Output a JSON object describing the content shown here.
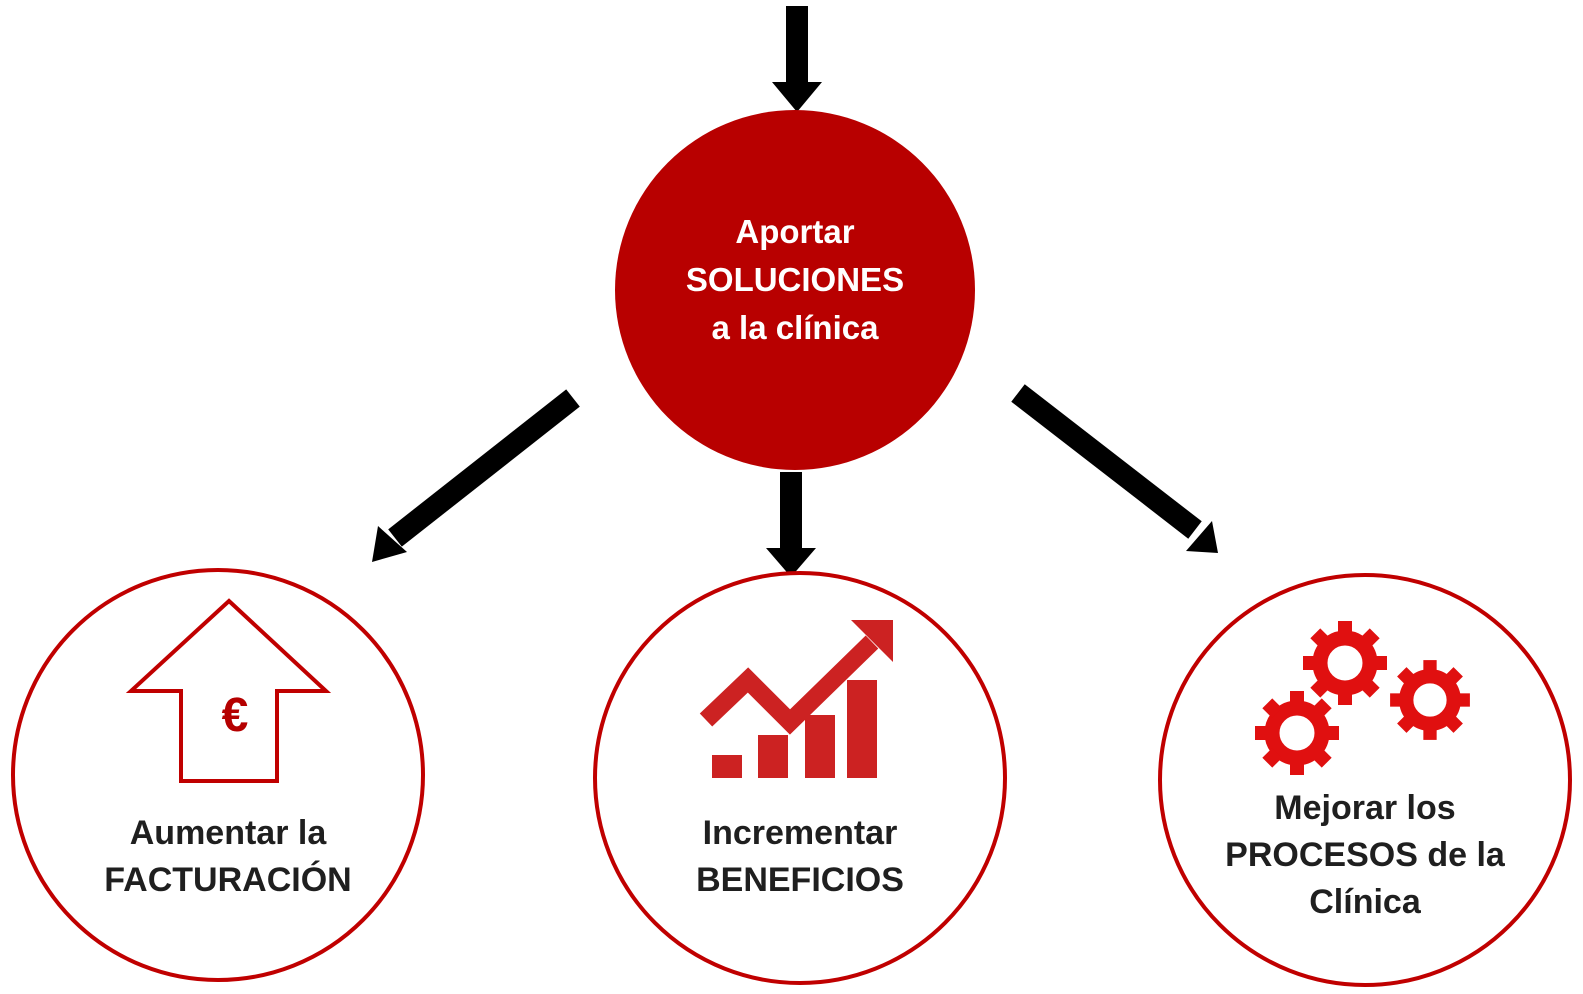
{
  "center": {
    "line1": "Aportar",
    "line2": "SOLUCIONES",
    "line3": "a la clínica",
    "fill_color": "#b80000"
  },
  "nodes": [
    {
      "id": "facturacion",
      "line1": "Aumentar la",
      "line2": "FACTURACIÓN",
      "icon": "euro-up-arrow-icon",
      "icon_glyph": "€"
    },
    {
      "id": "beneficios",
      "line1": "Incrementar",
      "line2": "BENEFICIOS",
      "icon": "growth-chart-icon"
    },
    {
      "id": "procesos",
      "line1": "Mejorar los",
      "line2": "PROCESOS de la",
      "line3": "Clínica",
      "icon": "gears-icon"
    }
  ],
  "colors": {
    "accent": "#c00000",
    "icon_red": "#e01010",
    "arrow": "#000000"
  }
}
